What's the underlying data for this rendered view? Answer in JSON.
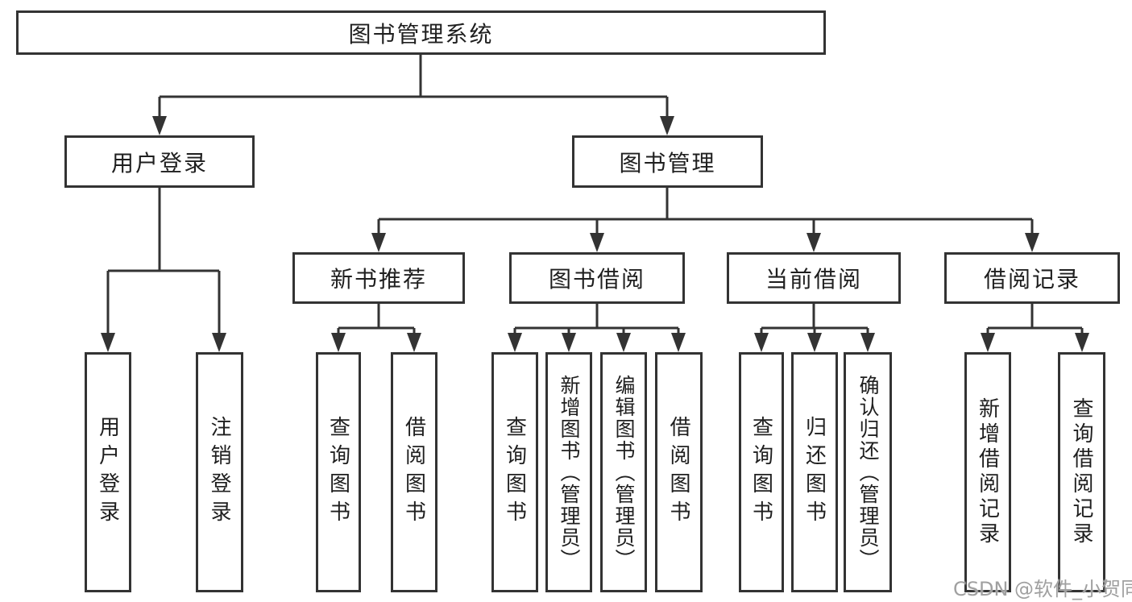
{
  "diagram": {
    "title": "图书管理系统",
    "nodes": [
      {
        "id": "root",
        "label": "图书管理系统",
        "parent": null
      },
      {
        "id": "user-login",
        "label": "用户登录",
        "parent": "root"
      },
      {
        "id": "book-mgmt",
        "label": "图书管理",
        "parent": "root"
      },
      {
        "id": "new-book-rec",
        "label": "新书推荐",
        "parent": "book-mgmt"
      },
      {
        "id": "book-borrow",
        "label": "图书借阅",
        "parent": "book-mgmt"
      },
      {
        "id": "current-borrow",
        "label": "当前借阅",
        "parent": "book-mgmt"
      },
      {
        "id": "borrow-record",
        "label": "借阅记录",
        "parent": "book-mgmt"
      },
      {
        "id": "leaf-user-login",
        "label": "用户登录",
        "parent": "user-login"
      },
      {
        "id": "leaf-logout",
        "label": "注销登录",
        "parent": "user-login"
      },
      {
        "id": "leaf-query-book-1",
        "label": "查询图书",
        "parent": "new-book-rec"
      },
      {
        "id": "leaf-borrow-book-1",
        "label": "借阅图书",
        "parent": "new-book-rec"
      },
      {
        "id": "leaf-query-book-2",
        "label": "查询图书",
        "parent": "book-borrow"
      },
      {
        "id": "leaf-add-book",
        "label": "新增图书（管理员）",
        "parent": "book-borrow"
      },
      {
        "id": "leaf-edit-book",
        "label": "编辑图书（管理员）",
        "parent": "book-borrow"
      },
      {
        "id": "leaf-borrow-book-2",
        "label": "借阅图书",
        "parent": "book-borrow"
      },
      {
        "id": "leaf-query-book-3",
        "label": "查询图书",
        "parent": "current-borrow"
      },
      {
        "id": "leaf-return-book",
        "label": "归还图书",
        "parent": "current-borrow"
      },
      {
        "id": "leaf-confirm-return",
        "label": "确认归还（管理员）",
        "parent": "current-borrow"
      },
      {
        "id": "leaf-add-record",
        "label": "新增借阅记录",
        "parent": "borrow-record"
      },
      {
        "id": "leaf-query-record",
        "label": "查询借阅记录",
        "parent": "borrow-record"
      }
    ]
  },
  "watermark": {
    "text": "CSDN @软件_小贺同学",
    "color": "#a0a0a0"
  },
  "colors": {
    "background": "#ffffff",
    "line": "#333333",
    "box_border": "#333333",
    "box_fill": "#ffffff",
    "text": "#1f1f1f"
  }
}
